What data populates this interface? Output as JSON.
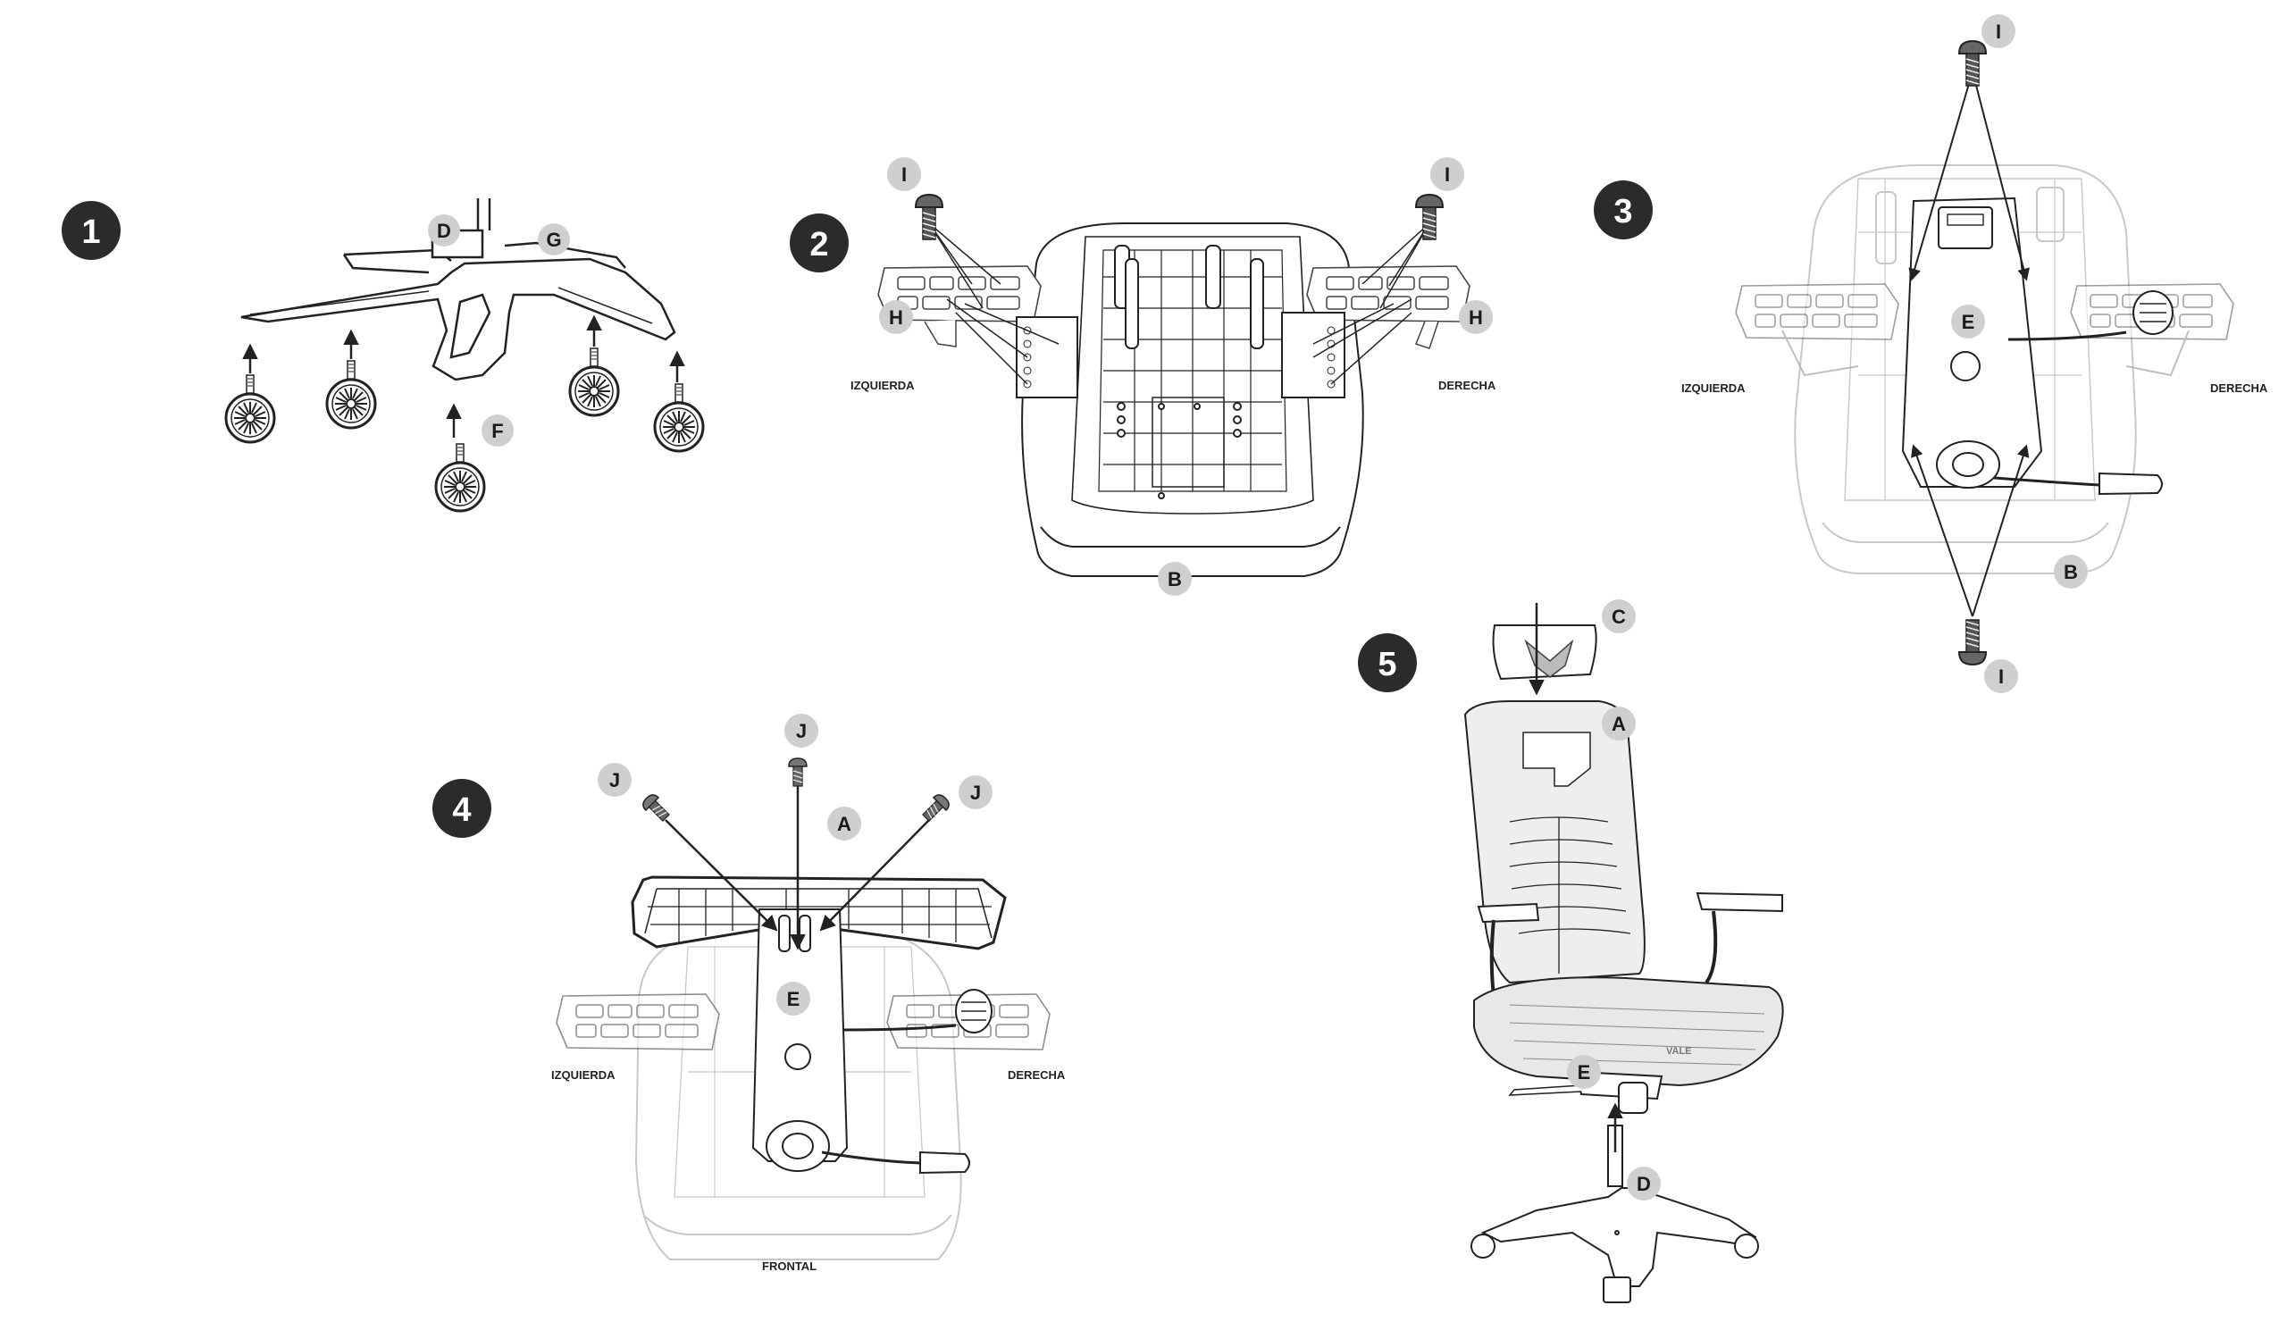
{
  "colors": {
    "step_badge": "#2b2b2b",
    "step_badge_text": "#ffffff",
    "part_badge": "#cfcfcf",
    "part_badge_text": "#1a1a1a",
    "line": "#222222",
    "faded_line": "#c8c8c8",
    "background": "#ffffff"
  },
  "steps": [
    {
      "number": "1"
    },
    {
      "number": "2"
    },
    {
      "number": "3"
    },
    {
      "number": "4"
    },
    {
      "number": "5"
    }
  ],
  "step1": {
    "parts": {
      "d": "D",
      "g": "G",
      "f": "F"
    }
  },
  "step2": {
    "parts": {
      "i_left": "I",
      "i_right": "I",
      "h_left": "H",
      "h_right": "H",
      "b": "B"
    },
    "left_label": "IZQUIERDA",
    "right_label": "DERECHA"
  },
  "step3": {
    "parts": {
      "i_top": "I",
      "i_bottom": "I",
      "e": "E",
      "b": "B"
    },
    "left_label": "IZQUIERDA",
    "right_label": "DERECHA"
  },
  "step4": {
    "parts": {
      "j_left": "J",
      "j_center": "J",
      "j_right": "J",
      "a": "A",
      "e": "E"
    },
    "left_label": "IZQUIERDA",
    "right_label": "DERECHA",
    "bottom_label": "FRONTAL"
  },
  "step5": {
    "parts": {
      "c": "C",
      "a": "A",
      "e": "E",
      "d": "D"
    },
    "seat_brand": "VALE"
  },
  "icons": [
    "caster-wheel-icon",
    "bolt-icon",
    "small-screw-icon",
    "arrow-up-icon",
    "arrow-down-icon"
  ]
}
